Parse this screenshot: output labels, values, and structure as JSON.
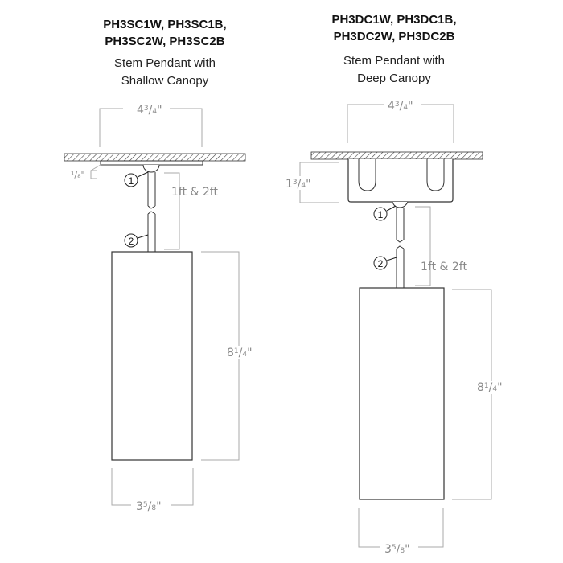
{
  "left": {
    "models": [
      "PH3SC1W, PH3SC1B,",
      "PH3SC2W, PH3SC2B"
    ],
    "subtitle": [
      "Stem Pendant with",
      "Shallow Canopy"
    ],
    "dims": {
      "canopy_width": "4 3/4\"",
      "canopy_thickness": "1/8\"",
      "stem_length": "1ft & 2ft",
      "body_height": "8 1/4\"",
      "body_width": "3 5/8\""
    },
    "callouts": [
      "1",
      "2"
    ]
  },
  "right": {
    "models": [
      "PH3DC1W, PH3DC1B,",
      "PH3DC2W, PH3DC2B"
    ],
    "subtitle": [
      "Stem Pendant with",
      "Deep Canopy"
    ],
    "dims": {
      "canopy_width": "4 3/4\"",
      "canopy_depth": "1 3/4\"",
      "stem_length": "1ft & 2ft",
      "body_height": "8 1/4\"",
      "body_width": "3 5/8\""
    },
    "callouts": [
      "1",
      "2"
    ]
  },
  "colors": {
    "line": "#333333",
    "dimension": "#9a9a9a"
  }
}
